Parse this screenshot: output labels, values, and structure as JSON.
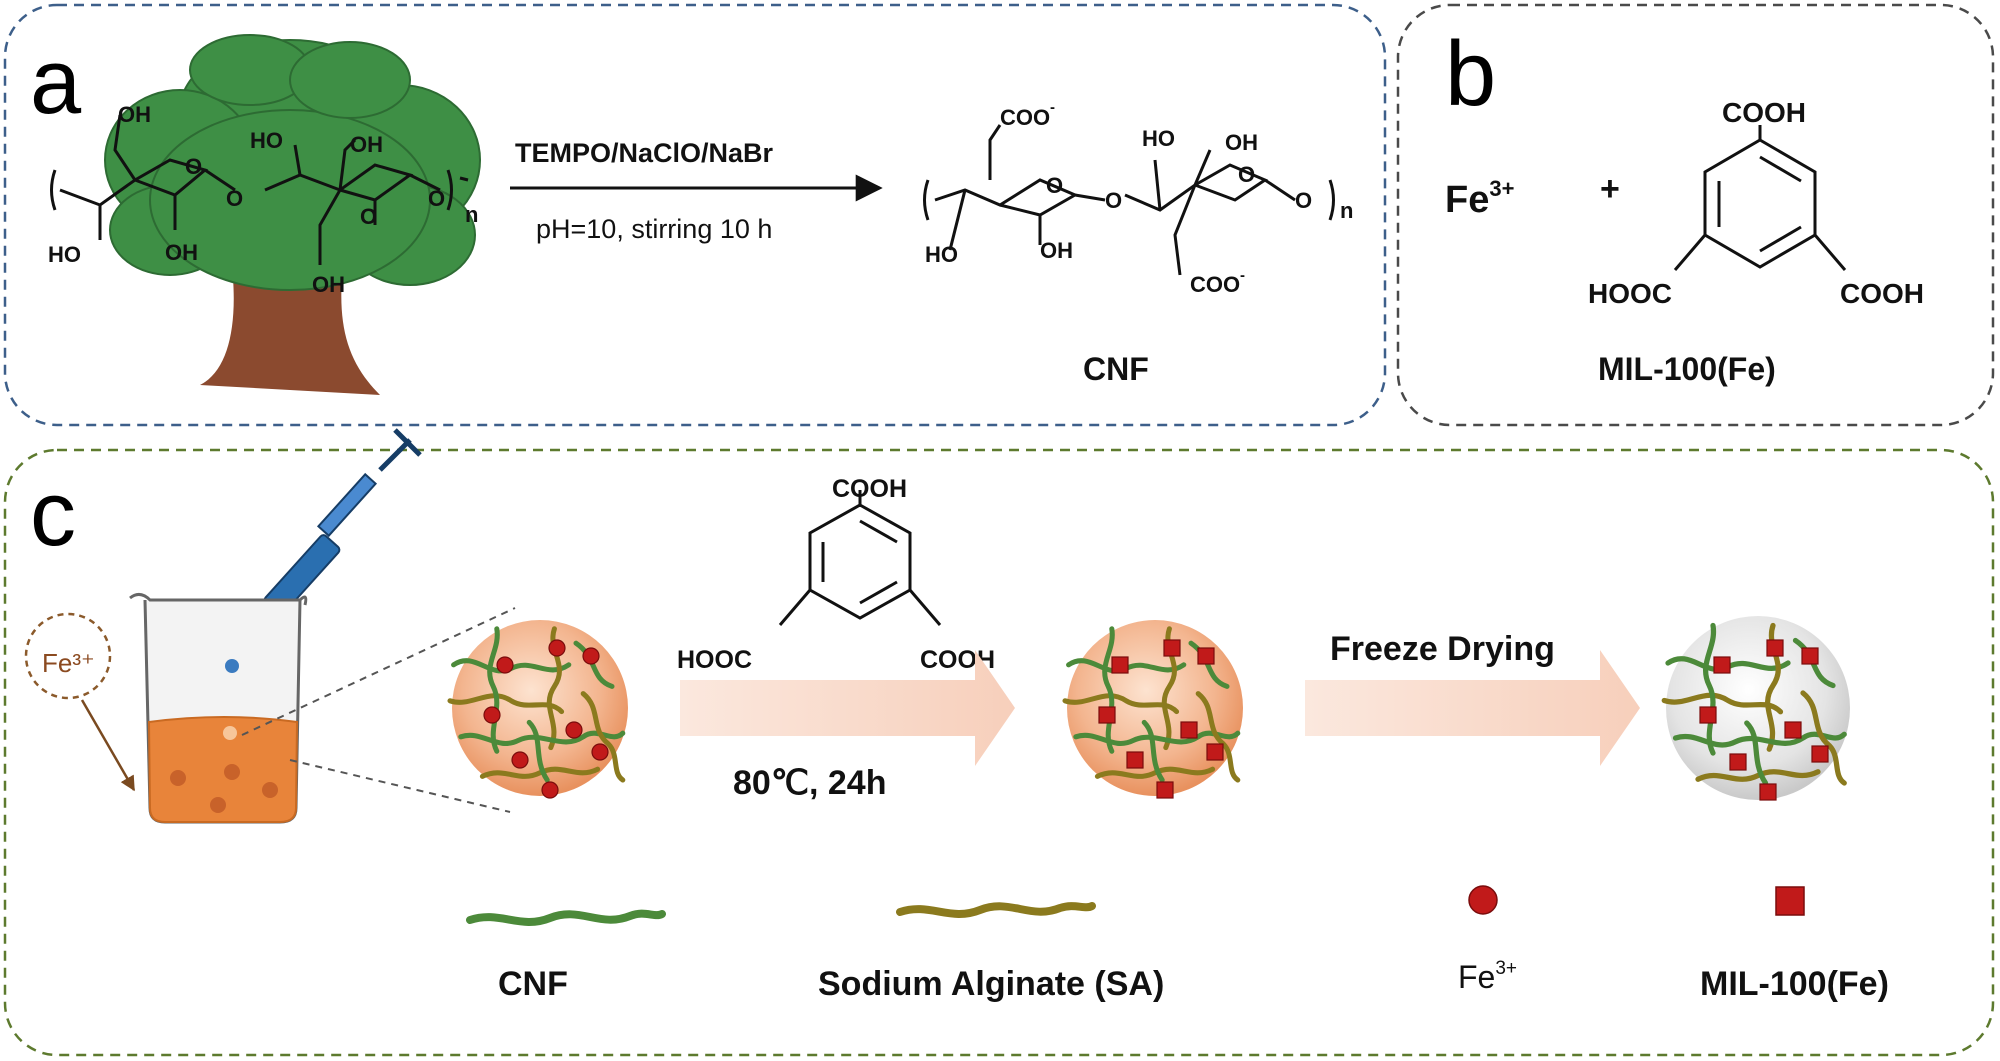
{
  "panel_a": {
    "letter": "a",
    "reagents": "TEMPO/NaClO/NaBr",
    "conditions": "pH=10, stirring 10 h",
    "product_name": "CNF",
    "cellulose_groups": [
      "OH",
      "HO",
      "OH",
      "HO",
      "OH",
      "OH",
      "O",
      "O",
      "O",
      "O",
      "n"
    ],
    "cnf_groups": [
      "COO",
      "-",
      "HO",
      "OH",
      "O",
      "O",
      "O",
      "O",
      "HO",
      "OH",
      "COO",
      "-",
      "n"
    ]
  },
  "panel_b": {
    "letter": "b",
    "fe_ion": "Fe",
    "fe_charge": "3+",
    "plus": "+",
    "top_group": "COOH",
    "left_group": "HOOC",
    "right_group": "COOH",
    "product_name": "MIL-100(Fe)"
  },
  "panel_c": {
    "letter": "c",
    "fe_bubble": "Fe³⁺",
    "linker_top": "COOH",
    "linker_left": "HOOC",
    "linker_right": "COOH",
    "step1_conditions": "80℃,  24h",
    "step2_label": "Freeze Drying",
    "legend": {
      "cnf": "CNF",
      "sa": "Sodium Alginate (SA)",
      "fe_ion": "Fe",
      "fe_charge": "3+",
      "mof": "MIL-100(Fe)"
    }
  },
  "colors": {
    "panel_a_border": "#3d5f8a",
    "panel_b_border": "#4a4a4a",
    "panel_c_border": "#5d7a2e",
    "tree_green": "#3e8f45",
    "trunk_brown": "#8b4a2f",
    "solution_orange": "#e8843a",
    "fe_red": "#c11a1a",
    "cnf_green": "#4c8a3a",
    "sa_brown": "#8b7a1e",
    "arrow_pink": "#f8d8c8"
  }
}
